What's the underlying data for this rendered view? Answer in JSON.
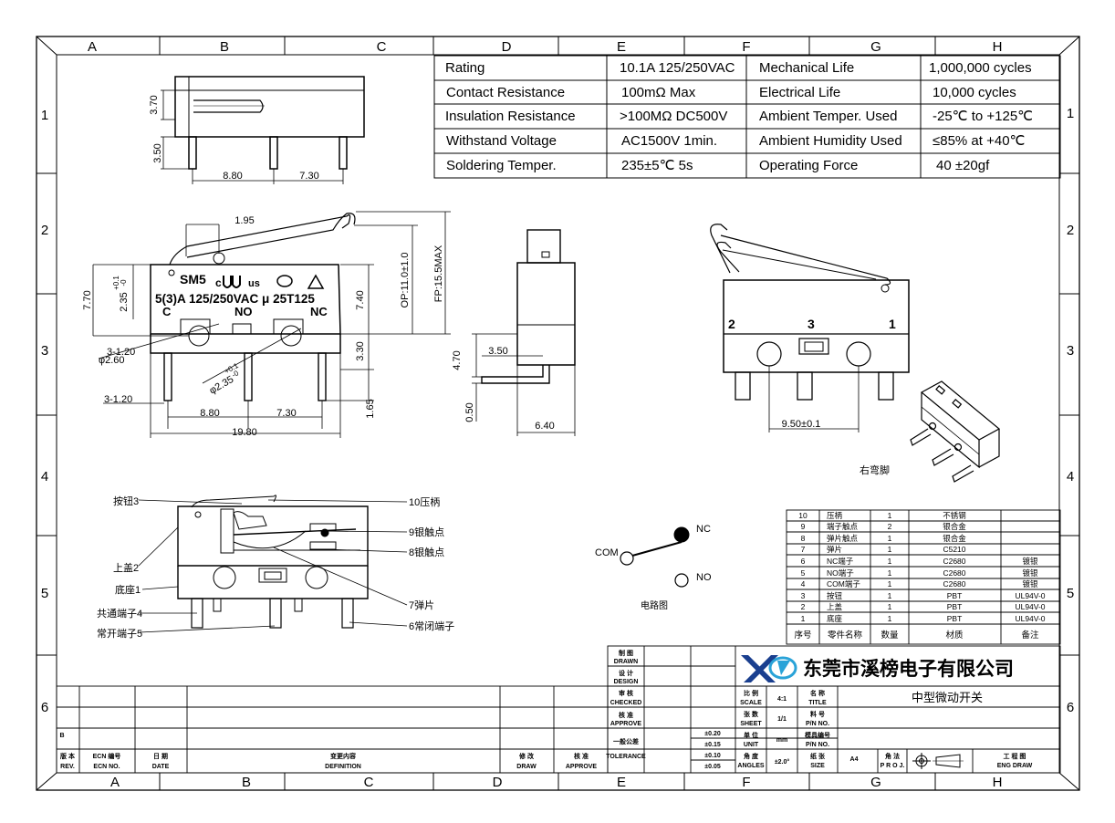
{
  "frame": {
    "columns": [
      "A",
      "B",
      "C",
      "D",
      "E",
      "F",
      "G",
      "H"
    ],
    "rows": [
      "1",
      "2",
      "3",
      "4",
      "5",
      "6"
    ]
  },
  "specs": [
    [
      "Rating",
      "10.1A  125/250VAC",
      "Mechanical Life",
      "1,000,000 cycles"
    ],
    [
      "Contact Resistance",
      "100mΩ  Max",
      "Electrical Life",
      "10,000 cycles"
    ],
    [
      "Insulation Resistance",
      ">100MΩ DC500V",
      "Ambient Temper. Used",
      "-25℃ to +125℃"
    ],
    [
      "Withstand Voltage",
      "AC1500V  1min.",
      "Ambient Humidity Used",
      "≤85% at +40℃"
    ],
    [
      "Soldering Temper.",
      "235±5℃ 5s",
      "Operating Force",
      "40 ±20gf"
    ]
  ],
  "top_view": {
    "dim_h1": "3.70",
    "dim_h2": "3.50",
    "dim_w1": "8.80",
    "dim_w2": "7.30"
  },
  "front_view": {
    "marking_brand": "SM5",
    "marking_cert1": "c",
    "marking_cert2": "us",
    "marking_rating": "5(3)A 125/250VAC μ 25T125",
    "term_c": "C",
    "term_no": "NO",
    "term_nc": "NC",
    "dim_195": "1.95",
    "dim_770": "7.70",
    "dim_235": "2.35",
    "dim_235_tol": "+0.1",
    "dim_235_tol2": "-0",
    "dim_740": "7.40",
    "dim_op": "OP:11.0±1.0",
    "dim_fp": "FP:15.5MAX",
    "dim_hole1": "3-1.20",
    "dim_hole_dia": "φ2.60",
    "dim_hole2": "φ2.35",
    "dim_hole2_tol": "+0.1",
    "dim_hole2_tol2": "-0",
    "dim_330": "3.30",
    "dim_165": "1.65",
    "dim_pin": "3-1.20",
    "dim_880": "8.80",
    "dim_730": "7.30",
    "dim_1980": "19.80"
  },
  "side_view": {
    "dim_470": "4.70",
    "dim_350": "3.50",
    "dim_050": "0.50",
    "dim_640": "6.40"
  },
  "right_view": {
    "term_2": "2",
    "term_3": "3",
    "term_1": "1",
    "dim_950": "9.50±0.1",
    "caption": "右弯脚"
  },
  "section_labels": {
    "left": [
      "按钮3",
      "上盖2",
      "底座1",
      "共通端子4",
      "常开端子5"
    ],
    "right": [
      "10压柄",
      "9银触点",
      "8银触点",
      "7弹片",
      "6常闭端子"
    ]
  },
  "circuit": {
    "com": "COM",
    "nc": "NC",
    "no": "NO",
    "caption": "电路图"
  },
  "bom": {
    "rows": [
      [
        "10",
        "压柄",
        "1",
        "不锈钢",
        ""
      ],
      [
        "9",
        "端子触点",
        "2",
        "银合金",
        ""
      ],
      [
        "8",
        "弹片触点",
        "1",
        "银合金",
        ""
      ],
      [
        "7",
        "弹片",
        "1",
        "C5210",
        ""
      ],
      [
        "6",
        "NC端子",
        "1",
        "C2680",
        "镀银"
      ],
      [
        "5",
        "NO端子",
        "1",
        "C2680",
        "镀银"
      ],
      [
        "4",
        "COM端子",
        "1",
        "C2680",
        "镀银"
      ],
      [
        "3",
        "按钮",
        "1",
        "PBT",
        "UL94V-0"
      ],
      [
        "2",
        "上盖",
        "1",
        "PBT",
        "UL94V-0"
      ],
      [
        "1",
        "底座",
        "1",
        "PBT",
        "UL94V-0"
      ]
    ],
    "header": [
      "序号",
      "零件名称",
      "数量",
      "材质",
      "备注"
    ]
  },
  "title_block": {
    "company": "东莞市溪榜电子有限公司",
    "title": "中型微动开关",
    "drawn_cn": "制 图",
    "drawn_en": "DRAWN",
    "design_cn": "设 计",
    "design_en": "DESIGN",
    "checked_cn": "审 核",
    "checked_en": "CHECKED",
    "approve_cn": "核 准",
    "approve_en": "APPROVE",
    "tol_cn": "一般公差",
    "tol_en": "TOLERANCE",
    "tol_values": [
      "±0.20",
      "±0.15",
      "±0.10",
      "±0.05"
    ],
    "scale_cn": "比 例",
    "scale_en": "SCALE",
    "scale_val": "4:1",
    "sheet_cn": "张 数",
    "sheet_en": "SHEET",
    "sheet_val": "1/1",
    "unit_cn": "单 位",
    "unit_en": "UNIT",
    "unit_val": "mm",
    "angle_cn": "角 度",
    "angle_en": "ANGLES",
    "angle_val": "±2.0°",
    "name_cn": "名 称",
    "name_en": "TITLE",
    "pn_cn": "料 号",
    "pn_en": "P/N NO.",
    "mold_cn": "模具编号",
    "mold_en": "P/N NO.",
    "paper_cn": "纸 张",
    "paper_en": "SIZE",
    "paper_val": "A4",
    "proj_cn": "角 法",
    "proj_en": "P R O J.",
    "eng_cn": "工 程 图",
    "eng_en": "ENG DRAW"
  },
  "revision": {
    "row_b": "B",
    "ver_cn": "版 本",
    "ver_en": "REV.",
    "ecn_cn": "ECN 编号",
    "ecn_en": "ECN NO.",
    "date_cn": "日 期",
    "date_en": "DATE",
    "def_cn": "变更内容",
    "def_en": "DEFINITION",
    "draw_cn": "修 改",
    "draw_en": "DRAW",
    "app_cn": "核 准",
    "app_en": "APPROVE"
  }
}
